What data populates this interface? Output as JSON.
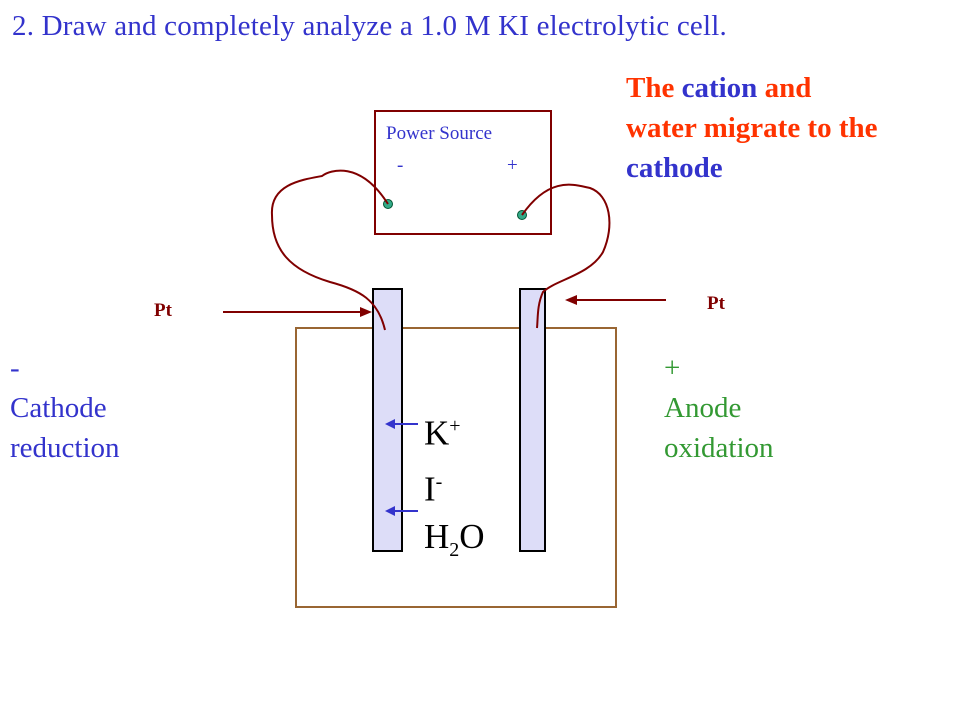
{
  "title": "2. Draw and completely analyze a 1.0 M KI electrolytic cell.",
  "note": {
    "word_the": "The",
    "word_cation": "cation",
    "word_and": "and",
    "line2": "water migrate to the",
    "line3": "cathode",
    "colors": {
      "red": "#ff3300",
      "blue": "#3333cc"
    }
  },
  "power_source": {
    "label": "Power Source",
    "minus": "-",
    "plus": "+"
  },
  "electrodes": {
    "left_label": "Pt",
    "right_label": "Pt"
  },
  "cathode": {
    "sign": "-",
    "name": "Cathode",
    "process": "reduction",
    "color": "#3333cc"
  },
  "anode": {
    "sign": "+",
    "name": "Anode",
    "process": "oxidation",
    "color": "#339933"
  },
  "species": {
    "k_base": "K",
    "k_charge": "+",
    "i_base": "I",
    "i_charge": "-",
    "water_h": "H",
    "water_2": "2",
    "water_o": "O"
  }
}
